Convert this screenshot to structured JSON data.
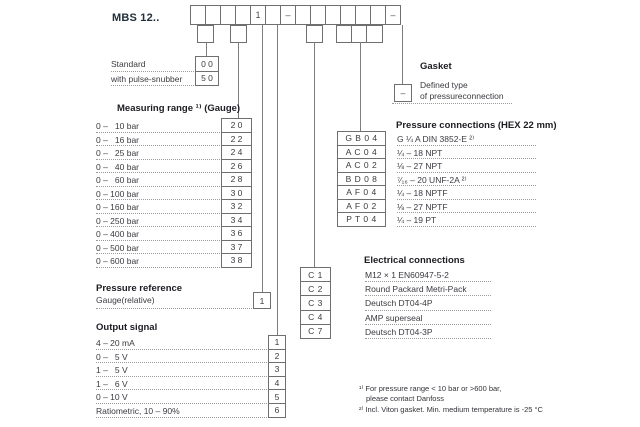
{
  "title": "MBS 12..",
  "top_row": {
    "cells": [
      "",
      "",
      "",
      "",
      "1",
      "",
      "–",
      "",
      "",
      "",
      "",
      "",
      "",
      "–"
    ]
  },
  "standard_table": {
    "rows": [
      {
        "label": "Standard",
        "code": "0 0"
      },
      {
        "label": "with pulse-snubber",
        "code": "5 0"
      }
    ]
  },
  "measuring_range": {
    "heading": "Measuring range ¹⁾ (Gauge)",
    "rows": [
      {
        "label": "0 –   10 bar",
        "code": "2 0"
      },
      {
        "label": "0 –   16 bar",
        "code": "2 2"
      },
      {
        "label": "0 –   25 bar",
        "code": "2 4"
      },
      {
        "label": "0 –   40 bar",
        "code": "2 6"
      },
      {
        "label": "0 –   60 bar",
        "code": "2 8"
      },
      {
        "label": "0 – 100 bar",
        "code": "3 0"
      },
      {
        "label": "0 – 160 bar",
        "code": "3 2"
      },
      {
        "label": "0 – 250 bar",
        "code": "3 4"
      },
      {
        "label": "0 – 400 bar",
        "code": "3 6"
      },
      {
        "label": "0 – 500 bar",
        "code": "3 7"
      },
      {
        "label": "0 – 600 bar",
        "code": "3 8"
      }
    ]
  },
  "pressure_reference": {
    "heading": "Pressure reference",
    "rows": [
      {
        "label": "Gauge(relative)",
        "code": "1"
      }
    ]
  },
  "output_signal": {
    "heading": "Output signal",
    "rows": [
      {
        "label": "4 – 20 mA",
        "code": "1"
      },
      {
        "label": "0 –   5 V",
        "code": "2"
      },
      {
        "label": "1 –   5 V",
        "code": "3"
      },
      {
        "label": "1 –   6 V",
        "code": "4"
      },
      {
        "label": "0 – 10 V",
        "code": "5"
      },
      {
        "label": "Ratiometric, 10 – 90%",
        "code": "6"
      }
    ]
  },
  "gasket": {
    "heading": "Gasket",
    "line1": "Defined type",
    "line2": "of pressureconnection",
    "box": "–"
  },
  "pressure_connections": {
    "heading": "Pressure connections (HEX 22 mm)",
    "rows": [
      {
        "code": "G B 0 4",
        "label": "G ¼ A DIN 3852-E ²⁾"
      },
      {
        "code": "A C 0 4",
        "label": "¼ – 18 NPT"
      },
      {
        "code": "A C 0 2",
        "label": "⅛ – 27 NPT"
      },
      {
        "code": "B D 0 8",
        "label": "⁷⁄₁₆ – 20 UNF-2A ²⁾"
      },
      {
        "code": "A F 0 4",
        "label": "¼ – 18 NPTF"
      },
      {
        "code": "A F 0 2",
        "label": "⅛ – 27 NPTF"
      },
      {
        "code": "P T 0 4",
        "label": "¼ – 19 PT"
      }
    ]
  },
  "electrical_connections": {
    "heading": "Electrical connections",
    "rows": [
      {
        "code": "C 1",
        "label": "M12 × 1 EN60947-5-2"
      },
      {
        "code": "C 2",
        "label": "Round Packard Metri-Pack"
      },
      {
        "code": "C 3",
        "label": "Deutsch DT04-4P"
      },
      {
        "code": "C 4",
        "label": "AMP superseal"
      },
      {
        "code": "C 7",
        "label": "Deutsch DT04-3P"
      }
    ]
  },
  "footnotes": {
    "line1": "¹⁾ For pressure range < 10 bar or >600 bar,",
    "line2": "please contact Danfoss",
    "line3": "²⁾ Incl. Viton gasket. Min. medium temperature is -25 °C"
  },
  "colors": {
    "box_border": "#6f6f6f",
    "line": "#7d7d7d",
    "dotted": "#9b9b9b",
    "text": "#3a3a40",
    "heading": "#1c1c22",
    "title": "#22303d"
  }
}
